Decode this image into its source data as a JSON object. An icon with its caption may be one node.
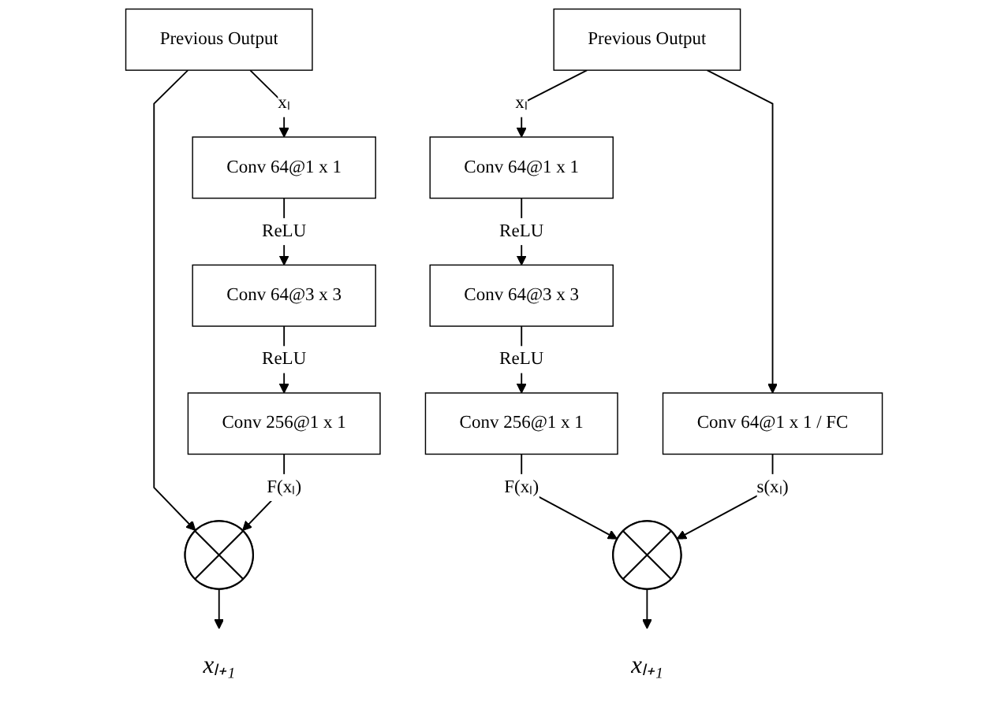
{
  "diagram": {
    "nodes": [
      {
        "text": [
          "Previous Output"
        ]
      },
      {
        "text": [
          "Conv 64@1 x 1"
        ]
      },
      {
        "text": [
          "Conv 64@3 x 3"
        ]
      },
      {
        "text": [
          "Conv 256@1 x 1"
        ]
      },
      {
        "text": [],
        "shape": "plus"
      },
      {
        "text": [
          "xₗ₊₁"
        ]
      },
      {
        "text": [
          "Previous Output"
        ]
      },
      {
        "text": [
          "Conv 64@1 x 1"
        ]
      },
      {
        "text": [
          "Conv 64@3 x 3"
        ]
      },
      {
        "text": [
          "Conv 256@1 x 1"
        ]
      },
      {
        "text": [
          "Conv 64@1 x 1 / FC"
        ]
      },
      {
        "text": [],
        "shape": "plus"
      },
      {
        "text": [
          "xₗ₊₁"
        ]
      }
    ],
    "edges": [
      {
        "from": 0,
        "to": 1,
        "arrow": "to",
        "label": "xₗ"
      },
      {
        "from": 0,
        "to": 4,
        "arrow": "to"
      },
      {
        "from": 1,
        "to": 2,
        "arrow": "to",
        "label": "ReLU"
      },
      {
        "from": 2,
        "to": 3,
        "arrow": "to",
        "label": "ReLU"
      },
      {
        "from": 3,
        "to": 4,
        "arrow": "to",
        "label": "F(xₗ)"
      },
      {
        "from": 4,
        "to": 5,
        "arrow": "to"
      },
      {
        "from": 6,
        "to": 7,
        "arrow": "to",
        "label": "xₗ"
      },
      {
        "from": 6,
        "to": 10,
        "arrow": "to"
      },
      {
        "from": 7,
        "to": 8,
        "arrow": "to",
        "label": "ReLU"
      },
      {
        "from": 8,
        "to": 9,
        "arrow": "to",
        "label": "ReLU"
      },
      {
        "from": 9,
        "to": 11,
        "arrow": "to",
        "label": "F(xₗ)"
      },
      {
        "from": 10,
        "to": 11,
        "arrow": "to",
        "label": "s(xₗ)"
      },
      {
        "from": 11,
        "to": 12,
        "arrow": "to"
      }
    ]
  }
}
